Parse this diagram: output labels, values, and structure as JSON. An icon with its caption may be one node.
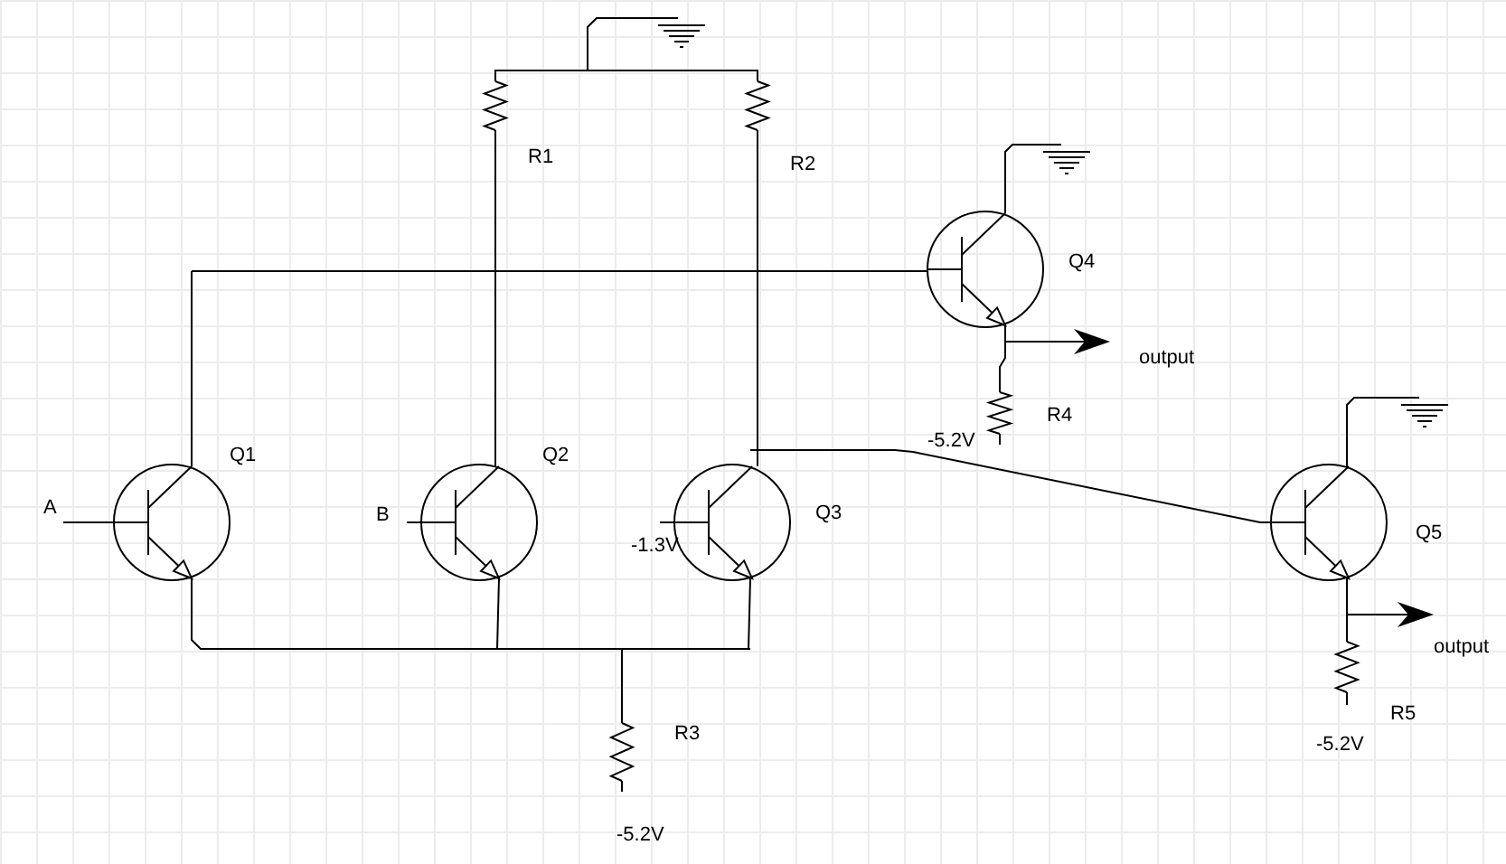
{
  "diagram": {
    "labels": [
      "R1",
      "R2",
      "Q4",
      "output",
      "R4",
      "-5.2V",
      "Q1",
      "Q2",
      "A",
      "Q3",
      "B",
      "Q5",
      "-1.3V",
      "output",
      "R5",
      "R3",
      "-5.2V",
      "-5.2V"
    ]
  }
}
